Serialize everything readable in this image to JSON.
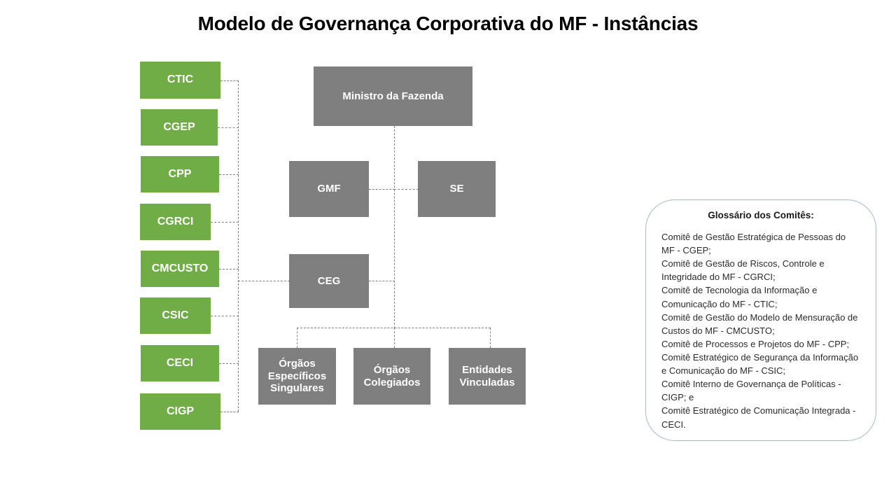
{
  "page": {
    "title": "Modelo de Governança Corporativa do MF - Instâncias"
  },
  "colors": {
    "committee_green": "#70AD47",
    "organ_gray": "#7F7F7F",
    "connector_gray": "#808080",
    "glossary_border": "#A6BBC8",
    "title_text": "#000000",
    "node_text": "#FFFFFF"
  },
  "committees": [
    {
      "label": "CTIC"
    },
    {
      "label": "CGEP"
    },
    {
      "label": "CPP"
    },
    {
      "label": "CGRCI"
    },
    {
      "label": "CMCUSTO"
    },
    {
      "label": "CSIC"
    },
    {
      "label": "CECI"
    },
    {
      "label": "CIGP"
    }
  ],
  "hierarchy": {
    "top": {
      "label": "Ministro da Fazenda"
    },
    "second_level": [
      {
        "label": "GMF"
      },
      {
        "label": "SE"
      }
    ],
    "council": {
      "label": "CEG"
    },
    "bottom_level": [
      {
        "label": "Órgãos Específicos Singulares"
      },
      {
        "label": "Órgãos Colegiados"
      },
      {
        "label": "Entidades Vinculadas"
      }
    ]
  },
  "glossary": {
    "title": "Glossário dos Comitês:",
    "entries": [
      "Comitê de Gestão Estratégica de Pessoas do MF - CGEP;",
      "Comitê de Gestão de Riscos, Controle e Integridade do MF - CGRCI;",
      "Comitê de Tecnologia da Informação e Comunicação do MF - CTIC;",
      "Comitê de Gestão do Modelo de Mensuração de Custos do MF - CMCUSTO;",
      "Comitê de Processos e Projetos do MF - CPP;",
      "Comitê Estratégico de Segurança da Informação e Comunicação do MF - CSIC;",
      "Comitê Interno de Governança de Políticas - CIGP; e",
      "Comitê Estratégico de Comunicação Integrada - CECI."
    ]
  }
}
